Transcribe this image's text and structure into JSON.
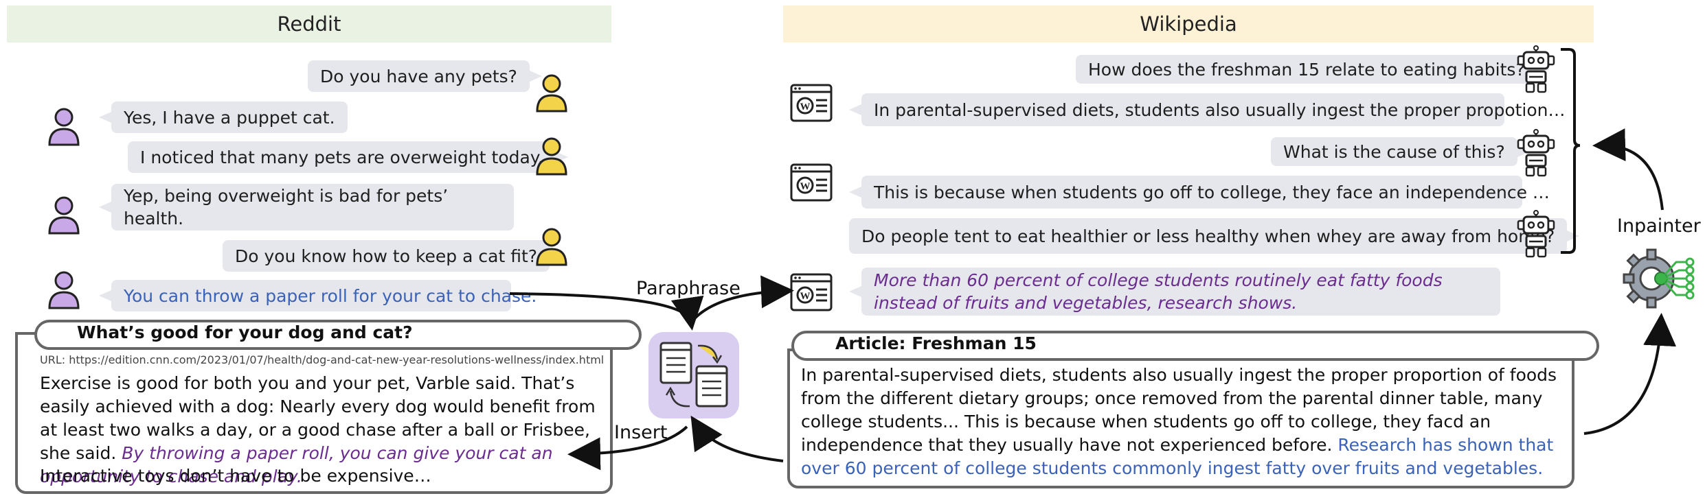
{
  "reddit": {
    "header": "Reddit",
    "messages": [
      "Do you have any pets?",
      "Yes, I have a puppet cat.",
      "I noticed that many pets are overweight today.",
      "Yep, being overweight is bad for pets’ health.",
      "Do you know how to keep a cat fit?",
      "You can throw a paper roll for your cat to chase."
    ],
    "article": {
      "title": "What’s good for your dog and cat?",
      "url": "URL: https://edition.cnn.com/2023/01/07/health/dog-and-cat-new-year-resolutions-wellness/index.html",
      "text": "Exercise is good for both you and your pet, Varble said. That’s easily achieved with a dog: Nearly every dog would benefit from at least two walks a day, or a good chase after a ball or Frisbee, she said. ",
      "inserted": "By throwing a paper roll, you can give your cat an opportunity to chase and play.",
      "last_line": "Interactive toys don’t have to be expensive…"
    }
  },
  "wiki": {
    "header": "Wikipedia",
    "messages": [
      "How does the freshman 15 relate to eating habits?",
      "In parental-supervised diets, students also usually ingest the proper propotion…",
      "What is the cause of this?",
      "This is because when students go off to college, they face an independence …",
      "Do people tent to eat healthier or less healthy when whey are away from home?",
      "More than 60 percent of college students routinely eat fatty foods instead of fruits and vegetables, research shows."
    ],
    "article": {
      "title": "Article: Freshman 15",
      "text": "In parental-supervised diets, students also usually ingest the proper proportion of foods from the different dietary groups; once removed from the parental dinner table, many college students... This is because when students go off to college, they facd an independence that they usually have not experienced before. ",
      "highlight": "Research has shown that over 60 percent of college students commonly ingest fatty over fruits and vegetables."
    }
  },
  "labels": {
    "paraphrase": "Paraphrase",
    "insert": "Insert",
    "inpainter": "Inpainter"
  },
  "colors": {
    "reddit_header": "#eaf3e3",
    "wiki_header": "#fdf1d6",
    "bubble": "#e6e7ec",
    "user_purple": "#c9a8e8",
    "user_yellow": "#f3d34a",
    "blue_text": "#3a62b8",
    "purple_text": "#6a2c8f"
  }
}
